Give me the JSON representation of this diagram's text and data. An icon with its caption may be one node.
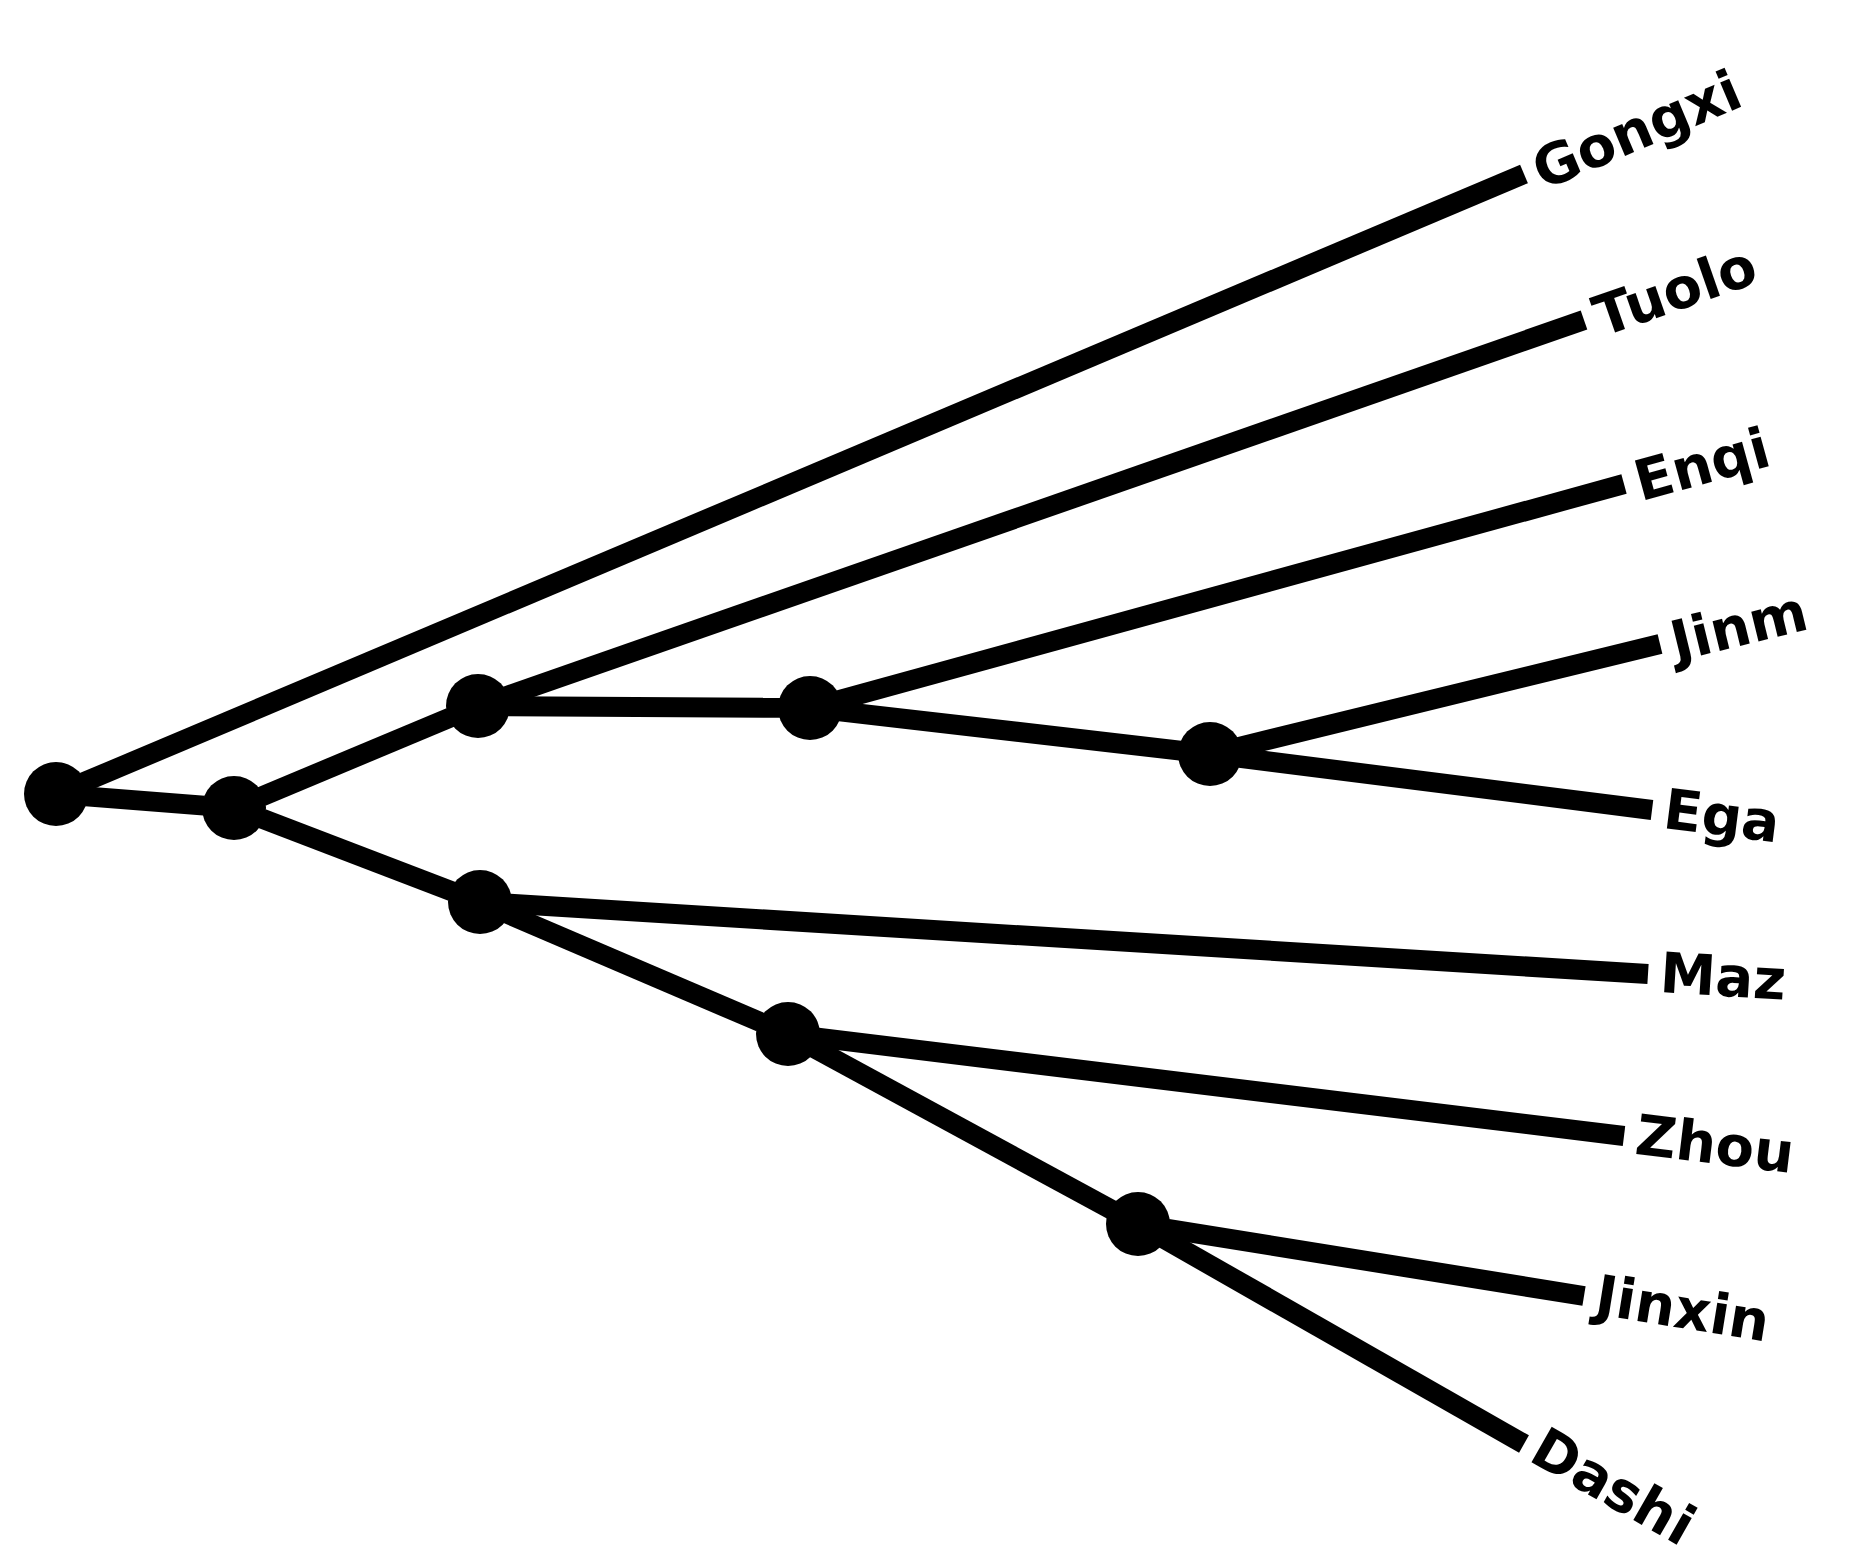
{
  "diagram": {
    "nodes": [
      {
        "text": [
          "Gongxi"
        ]
      },
      {
        "text": [
          "Tuolo"
        ]
      },
      {
        "text": [
          "Enqi"
        ]
      },
      {
        "text": [
          "Jinm"
        ]
      },
      {
        "text": [
          "Ega"
        ]
      },
      {
        "text": [
          "Maz"
        ]
      },
      {
        "text": [
          "Zhou"
        ]
      },
      {
        "text": [
          "Jinxin"
        ]
      },
      {
        "text": [
          "Dashi"
        ]
      },
      {
        "text": [],
        "shape": "circle"
      },
      {
        "text": [],
        "shape": "circle"
      },
      {
        "text": [],
        "shape": "circle"
      },
      {
        "text": [],
        "shape": "circle"
      },
      {
        "text": [],
        "shape": "circle"
      },
      {
        "text": [],
        "shape": "circle"
      },
      {
        "text": [],
        "shape": "circle"
      },
      {
        "text": [],
        "shape": "circle"
      }
    ],
    "edges": [
      {
        "from": 9,
        "to": 0,
        "arrow": "none"
      },
      {
        "from": 9,
        "to": 10,
        "arrow": "none"
      },
      {
        "from": 10,
        "to": 11,
        "arrow": "none"
      },
      {
        "from": 11,
        "to": 1,
        "arrow": "none"
      },
      {
        "from": 11,
        "to": 12,
        "arrow": "none"
      },
      {
        "from": 12,
        "to": 2,
        "arrow": "none"
      },
      {
        "from": 12,
        "to": 14,
        "arrow": "none"
      },
      {
        "from": 14,
        "to": 3,
        "arrow": "none"
      },
      {
        "from": 14,
        "to": 4,
        "arrow": "none"
      },
      {
        "from": 10,
        "to": 13,
        "arrow": "none"
      },
      {
        "from": 13,
        "to": 5,
        "arrow": "none"
      },
      {
        "from": 13,
        "to": 15,
        "arrow": "none"
      },
      {
        "from": 15,
        "to": 6,
        "arrow": "none"
      },
      {
        "from": 15,
        "to": 16,
        "arrow": "none"
      },
      {
        "from": 16,
        "to": 7,
        "arrow": "none"
      },
      {
        "from": 16,
        "to": 8,
        "arrow": "none"
      }
    ]
  }
}
